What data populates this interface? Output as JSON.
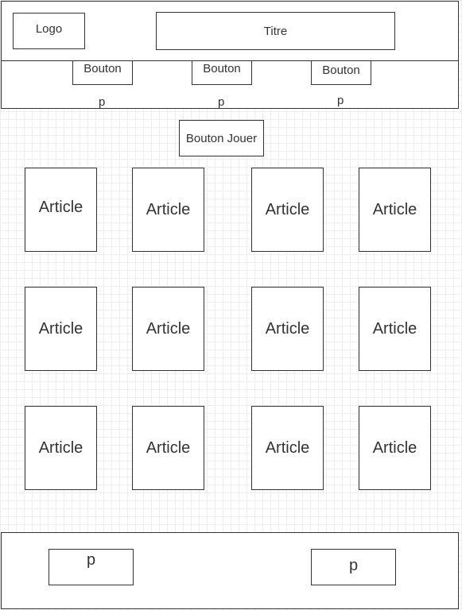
{
  "header": {
    "logo": "Logo",
    "title": "Titre"
  },
  "nav": {
    "buttons": [
      {
        "label": "Bouton",
        "caption": "p"
      },
      {
        "label": "Bouton",
        "caption": "p"
      },
      {
        "label": "Bouton",
        "caption": "p"
      }
    ]
  },
  "main": {
    "play_button": "Bouton Jouer",
    "articles": [
      "Article",
      "Article",
      "Article",
      "Article",
      "Article",
      "Article",
      "Article",
      "Article",
      "Article",
      "Article",
      "Article",
      "Article"
    ]
  },
  "footer": {
    "left": "p",
    "right": "p"
  }
}
